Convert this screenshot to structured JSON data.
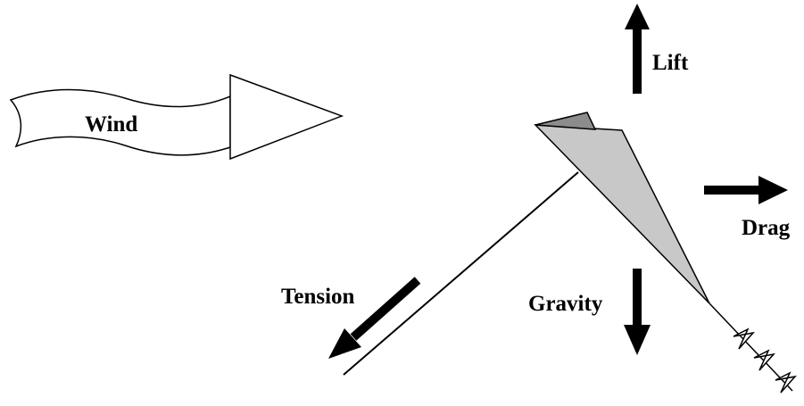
{
  "labels": {
    "wind": "Wind",
    "lift": "Lift",
    "drag": "Drag",
    "tension": "Tension",
    "gravity": "Gravity"
  },
  "colors": {
    "kite_body": "#c8c8c8",
    "kite_fold": "#8c8c8c",
    "stroke": "#000000",
    "background": "#ffffff"
  }
}
